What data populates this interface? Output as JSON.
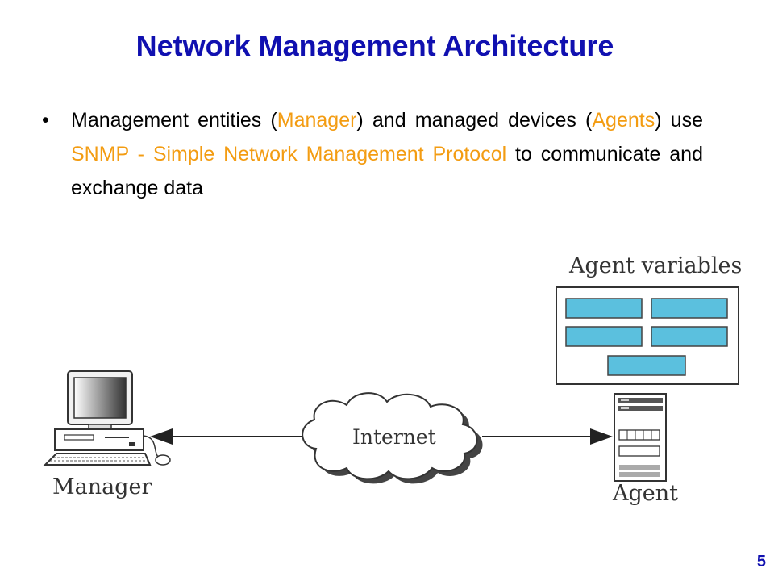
{
  "slide": {
    "title": "Network Management Architecture",
    "page_number": "5"
  },
  "bullet": {
    "marker": "•",
    "parts": [
      {
        "text": "Management entities (",
        "highlight": false
      },
      {
        "text": "Manager",
        "highlight": true
      },
      {
        "text": ") and managed devices (",
        "highlight": false
      },
      {
        "text": "Agents",
        "highlight": true
      },
      {
        "text": ") use ",
        "highlight": false
      },
      {
        "text": "SNMP - Simple Network Management Protocol",
        "highlight": true
      },
      {
        "text": " to communicate and exchange data",
        "highlight": false
      }
    ]
  },
  "diagram": {
    "agent_variables_label": "Agent variables",
    "internet_label": "Internet",
    "manager_label": "Manager",
    "agent_label": "Agent"
  },
  "colors": {
    "title": "#1010b0",
    "highlight": "#f39c12",
    "variable_box": "#5bc0de"
  }
}
